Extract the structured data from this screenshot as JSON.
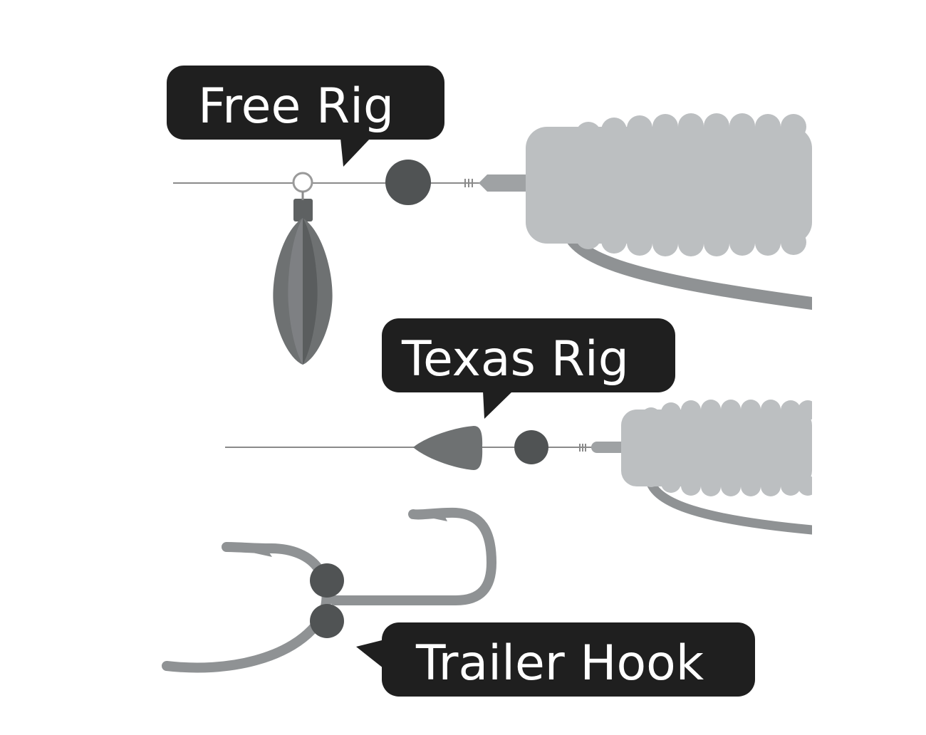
{
  "callouts": {
    "free_rig": "Free Rig",
    "texas_rig": "Texas Rig",
    "trailer_hook": "Trailer Hook"
  },
  "colors": {
    "callout_bg": "#1f1f1f",
    "callout_text": "#ffffff",
    "line": "#8a8a8a",
    "bead": "#505354",
    "sinker": "#6e7172",
    "worm": "#bcbfc1",
    "hook": "#8f9294",
    "swivel_ring": "#9a9a9a"
  }
}
